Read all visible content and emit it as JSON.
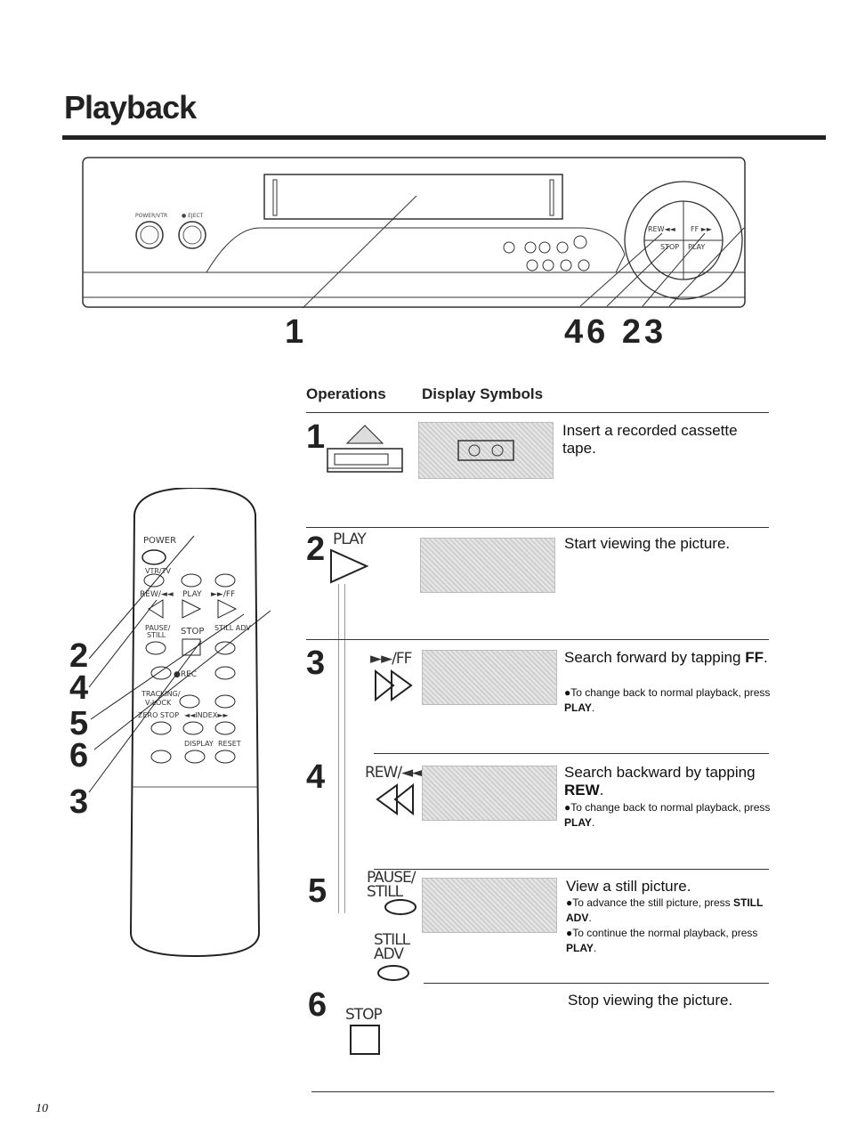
{
  "page": {
    "title": "Playback",
    "page_number": "10"
  },
  "callouts": {
    "vcr_left": "1",
    "vcr_right": "46 23"
  },
  "vcr": {
    "power_label": "POWER/VTR",
    "eject_label": "● EJECT",
    "rew_label": "REW◄◄",
    "ff_label": "FF ►►",
    "stop_label": "STOP",
    "play_label": "PLAY"
  },
  "columns": {
    "operations": "Operations",
    "display_symbols": "Display Symbols"
  },
  "remote": {
    "labels": {
      "power": "POWER",
      "vtr_tv": "VTR/TV",
      "rew": "REW/◄◄",
      "play": "PLAY",
      "ff": "►►/FF",
      "pause_still": "PAUSE/ STILL",
      "stop": "STOP",
      "still_adv": "STILL ADV",
      "rec": "●REC",
      "tracking": "TRACKING/ V-LOCK",
      "zero_stop": "ZERO STOP",
      "index": "◄◄INDEX►►",
      "display": "DISPLAY",
      "reset": "RESET"
    },
    "numbers": [
      "2",
      "4",
      "5",
      "6",
      "3"
    ]
  },
  "steps": [
    {
      "num": "1",
      "button": "",
      "text": "Insert a recorded cassette tape.",
      "notes": []
    },
    {
      "num": "2",
      "button": "PLAY",
      "text": "Start viewing the picture.",
      "notes": []
    },
    {
      "num": "3",
      "button": "►►/FF",
      "text": "Search forward by tapping",
      "key": "FF",
      "notes": [
        {
          "pre": "●To change back to normal playback, press ",
          "key": "PLAY",
          "post": "."
        }
      ]
    },
    {
      "num": "4",
      "button": "REW/◄◄",
      "text": "Search backward by tapping",
      "key": "REW",
      "notes": [
        {
          "pre": "●To change back to normal playback, press ",
          "key": "PLAY",
          "post": "."
        }
      ]
    },
    {
      "num": "5",
      "button": "PAUSE/ STILL",
      "button2": "STILL ADV",
      "text": "View a still picture.",
      "notes": [
        {
          "pre": "●To advance the still picture, press ",
          "key": "STILL ADV",
          "post": "."
        },
        {
          "pre": "●To continue the normal playback, press ",
          "key": "PLAY",
          "post": "."
        }
      ]
    },
    {
      "num": "6",
      "button": "STOP",
      "text": "Stop viewing the picture.",
      "notes": []
    }
  ]
}
